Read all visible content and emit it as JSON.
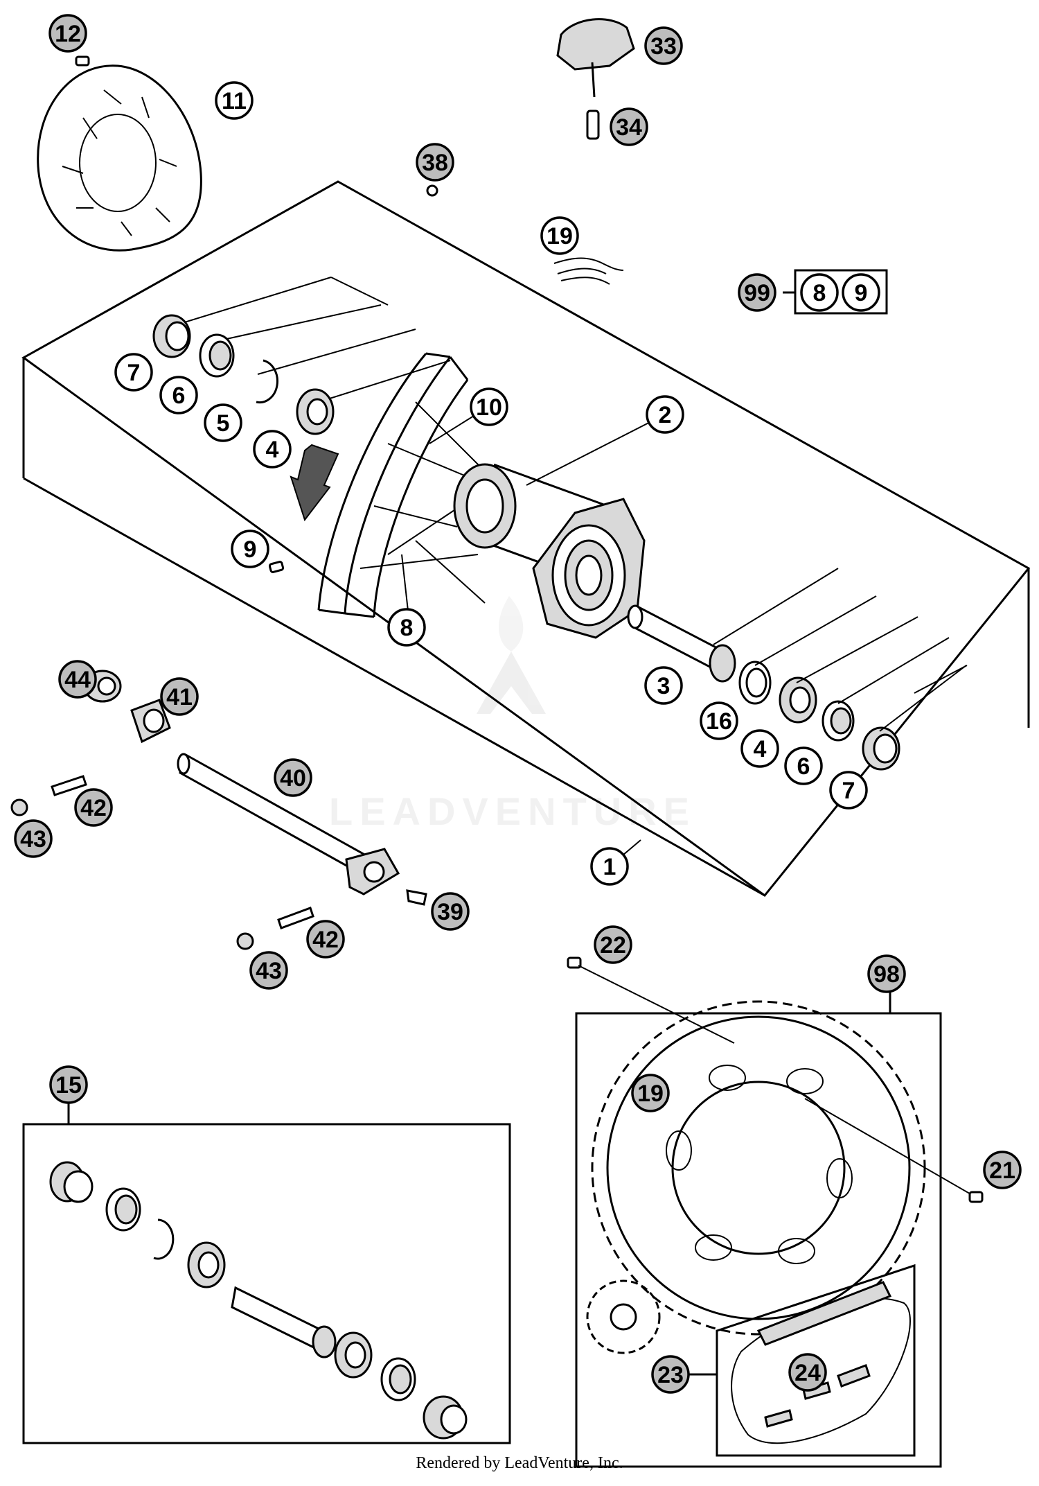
{
  "watermark": "LEADVENTURE",
  "footer": "Rendered by LeadVenture, Inc.",
  "kit_99": [
    "8",
    "9"
  ],
  "callouts": [
    {
      "id": "c12",
      "label": "12",
      "style": "filled"
    },
    {
      "id": "c11",
      "label": "11",
      "style": "hollow"
    },
    {
      "id": "c33",
      "label": "33",
      "style": "filled"
    },
    {
      "id": "c34",
      "label": "34",
      "style": "filled"
    },
    {
      "id": "c38",
      "label": "38",
      "style": "filled"
    },
    {
      "id": "c19a",
      "label": "19",
      "style": "hollow"
    },
    {
      "id": "c99",
      "label": "99",
      "style": "filled"
    },
    {
      "id": "c8k",
      "label": "8",
      "style": "hollow"
    },
    {
      "id": "c9k",
      "label": "9",
      "style": "hollow"
    },
    {
      "id": "c7a",
      "label": "7",
      "style": "hollow"
    },
    {
      "id": "c6a",
      "label": "6",
      "style": "hollow"
    },
    {
      "id": "c5",
      "label": "5",
      "style": "hollow"
    },
    {
      "id": "c4a",
      "label": "4",
      "style": "hollow"
    },
    {
      "id": "c10",
      "label": "10",
      "style": "hollow"
    },
    {
      "id": "c2",
      "label": "2",
      "style": "hollow"
    },
    {
      "id": "c9",
      "label": "9",
      "style": "hollow"
    },
    {
      "id": "c8",
      "label": "8",
      "style": "hollow"
    },
    {
      "id": "c3",
      "label": "3",
      "style": "hollow"
    },
    {
      "id": "c16",
      "label": "16",
      "style": "hollow"
    },
    {
      "id": "c4b",
      "label": "4",
      "style": "hollow"
    },
    {
      "id": "c6b",
      "label": "6",
      "style": "hollow"
    },
    {
      "id": "c7b",
      "label": "7",
      "style": "hollow"
    },
    {
      "id": "c1",
      "label": "1",
      "style": "hollow"
    },
    {
      "id": "c44",
      "label": "44",
      "style": "filled"
    },
    {
      "id": "c41",
      "label": "41",
      "style": "filled"
    },
    {
      "id": "c40",
      "label": "40",
      "style": "filled"
    },
    {
      "id": "c42a",
      "label": "42",
      "style": "filled"
    },
    {
      "id": "c43a",
      "label": "43",
      "style": "filled"
    },
    {
      "id": "c39",
      "label": "39",
      "style": "filled"
    },
    {
      "id": "c42b",
      "label": "42",
      "style": "filled"
    },
    {
      "id": "c43b",
      "label": "43",
      "style": "filled"
    },
    {
      "id": "c22",
      "label": "22",
      "style": "filled"
    },
    {
      "id": "c98",
      "label": "98",
      "style": "filled"
    },
    {
      "id": "c15",
      "label": "15",
      "style": "filled"
    },
    {
      "id": "c19b",
      "label": "19",
      "style": "filled"
    },
    {
      "id": "c21",
      "label": "21",
      "style": "filled"
    },
    {
      "id": "c24",
      "label": "24",
      "style": "filled"
    },
    {
      "id": "c23",
      "label": "23",
      "style": "filled"
    }
  ]
}
